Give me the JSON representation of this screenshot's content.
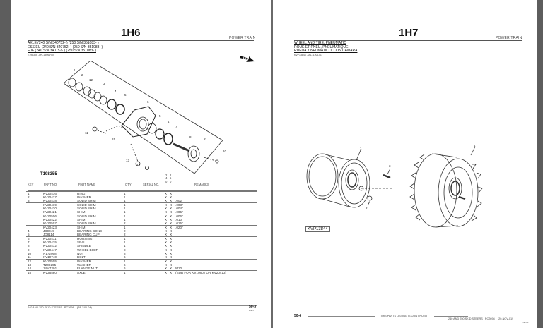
{
  "left_page": {
    "section_number": "1H6",
    "category": "POWER TRAIN",
    "title_lines": [
      "AXLE (240 S/N 340752- ) (250 S/N 351083- )",
      "ESSIEU (240 S/N 340752- ) (250 S/N 351083- )",
      "EJE (240 S/N 340752- ) (250 S/N 351083- )"
    ],
    "title_ref": "T198355        -UN-18MAR04",
    "illustration_id": "T198355",
    "table_headers": {
      "key": "KEY",
      "part_no": "PART NO.",
      "part_name": "PART NAME",
      "qty": "QTY",
      "serial_no": "SERIAL NO.",
      "model_a": "2 4 0",
      "model_b": "2 5 0",
      "remarks": "REMARKS"
    },
    "rows": [
      {
        "key": "1",
        "part_no": "KV20416",
        "name": "RING",
        "qty": "1",
        "a": "X",
        "b": "X",
        "remarks": "",
        "grp": true
      },
      {
        "key": "2",
        "part_no": "KV20417",
        "name": "WASHER",
        "qty": "1",
        "a": "X",
        "b": "X",
        "remarks": ""
      },
      {
        "key": "3",
        "part_no": "KV20418",
        "name": "SOLID SHIM",
        "qty": "1",
        "a": "X",
        "b": "X",
        "remarks": ".002\""
      },
      {
        "key": "",
        "part_no": "KV20419",
        "name": "SOLID SHIM",
        "qty": "1",
        "a": "X",
        "b": "X",
        "remarks": ".003\"",
        "grp": true
      },
      {
        "key": "",
        "part_no": "KV20420",
        "name": "SOLID SHIM",
        "qty": "1",
        "a": "X",
        "b": "X",
        "remarks": ".004\""
      },
      {
        "key": "",
        "part_no": "KV20421",
        "name": "SHIM",
        "qty": "1",
        "a": "X",
        "b": "X",
        "remarks": ".005\""
      },
      {
        "key": "",
        "part_no": "KV20506",
        "name": "SOLID SHIM",
        "qty": "1",
        "a": "X",
        "b": "X",
        "remarks": ".006\"",
        "grp": true
      },
      {
        "key": "",
        "part_no": "KV20422",
        "name": "SHIM",
        "qty": "1",
        "a": "X",
        "b": "X",
        "remarks": ".010\""
      },
      {
        "key": "",
        "part_no": "KV20507",
        "name": "SOLID SHIM",
        "qty": "2",
        "a": "X",
        "b": "X",
        "remarks": ".015\""
      },
      {
        "key": "",
        "part_no": "KV20423",
        "name": "SHIM",
        "qty": "1",
        "a": "X",
        "b": "X",
        "remarks": ".020\"",
        "grp": true
      },
      {
        "key": "4",
        "part_no": "JD9049",
        "name": "BEARING CONE",
        "qty": "2",
        "a": "X",
        "b": "X",
        "remarks": ""
      },
      {
        "key": "5",
        "part_no": "JD8114",
        "name": "BEARING CUP",
        "qty": "2",
        "a": "X",
        "b": "X",
        "remarks": ""
      },
      {
        "key": "6",
        "part_no": "KV20411",
        "name": "HOUSING",
        "qty": "1",
        "a": "X",
        "b": "X",
        "remarks": "",
        "grp": true
      },
      {
        "key": "7",
        "part_no": "KV20415",
        "name": "SEAL",
        "qty": "1",
        "a": "X",
        "b": "X",
        "remarks": ""
      },
      {
        "key": "8",
        "part_no": "KV20412",
        "name": "SPINDLE",
        "qty": "1",
        "a": "X",
        "b": "X",
        "remarks": ""
      },
      {
        "key": "9",
        "part_no": "KV20447",
        "name": "WHEEL BOLT",
        "qty": "8",
        "a": "X",
        "b": "X",
        "remarks": "",
        "grp": true
      },
      {
        "key": "10",
        "part_no": "N172058",
        "name": "NUT",
        "qty": "8",
        "a": "X",
        "b": "X",
        "remarks": ""
      },
      {
        "key": "11",
        "part_no": "KV10740",
        "name": "BOLT",
        "qty": "6",
        "a": "X",
        "b": "X",
        "remarks": ""
      },
      {
        "key": "12",
        "part_no": "KV20505",
        "name": "WASHER",
        "qty": "1",
        "a": "X",
        "b": "X",
        "remarks": "",
        "grp": true
      },
      {
        "key": "13",
        "part_no": "T209295",
        "name": "WASHER",
        "qty": "6",
        "a": "X",
        "b": "X",
        "remarks": ""
      },
      {
        "key": "14",
        "part_no": "14M7291",
        "name": "FLANGE NUT",
        "qty": "6",
        "a": "X",
        "b": "X",
        "remarks": "M10"
      },
      {
        "key": "15",
        "part_no": "KV26580",
        "name": "AXLE",
        "qty": "1",
        "a": "X",
        "b": "X",
        "remarks": "(SUB FOR KV10802 OR KV20413)",
        "grp": true
      }
    ],
    "callouts": [
      "1",
      "2",
      "12",
      "3",
      "4",
      "5",
      "6",
      "5",
      "4",
      "7",
      "8",
      "9",
      "10",
      "11",
      "15",
      "13",
      "14"
    ],
    "footer": {
      "model": "240 AND 250 SKID STEERS",
      "pc": "PC2698",
      "date": "(28-JUN-04)",
      "page": "50-3",
      "page_sub": "PN=77"
    }
  },
  "right_page": {
    "section_number": "1H7",
    "category": "POWER TRAIN",
    "title_lines": [
      "WHEEL AND TIRE, PNEUMATIC",
      "ROUE ET PNEU, PNEUMATIQUE",
      "RUEDA Y NEUMATICO, CON CAMARA"
    ],
    "title_ref": "KVP13844        -UN-11JUL01",
    "figure_label": "KVP13844",
    "callouts": [
      "1",
      "2",
      "3",
      "4"
    ],
    "footer": {
      "page": "50-4",
      "continued": "THIS PARTS LISTING IS CONTINUED",
      "model": "240 AND 250 SKID STEERS",
      "pc": "PC2698",
      "date": "(20-NOV-01)",
      "page_sub": "PN=78"
    }
  }
}
